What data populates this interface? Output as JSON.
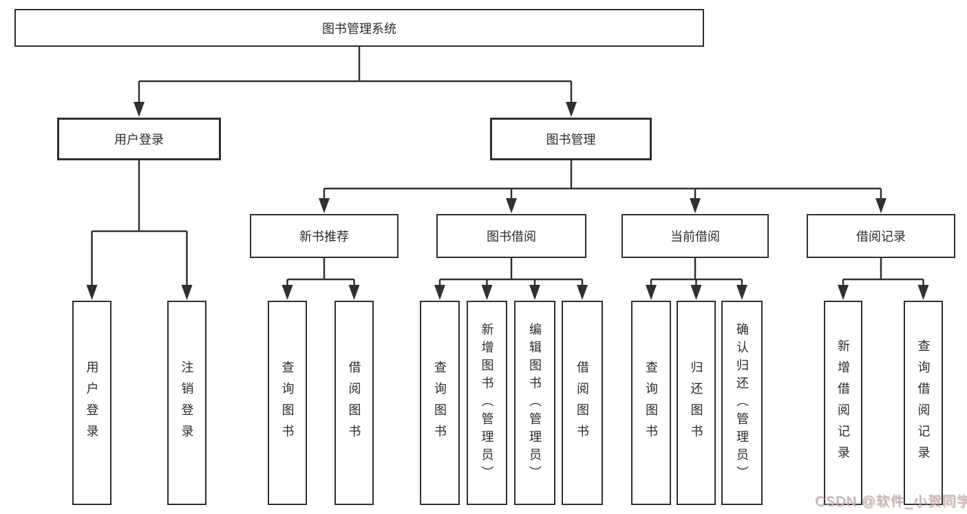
{
  "diagram": {
    "title": "图书管理系统",
    "root": {
      "label": "图书管理系统"
    },
    "branches": [
      {
        "label": "用户登录",
        "children": [
          {
            "label": "用户登录"
          },
          {
            "label": "注销登录"
          }
        ]
      },
      {
        "label": "图书管理",
        "children": [
          {
            "label": "新书推荐",
            "children": [
              {
                "label": "查询图书"
              },
              {
                "label": "借阅图书"
              }
            ]
          },
          {
            "label": "图书借阅",
            "children": [
              {
                "label": "查询图书"
              },
              {
                "label": "新增图书（管理员）"
              },
              {
                "label": "编辑图书（管理员）"
              },
              {
                "label": "借阅图书"
              }
            ]
          },
          {
            "label": "当前借阅",
            "children": [
              {
                "label": "查询图书"
              },
              {
                "label": "归还图书"
              },
              {
                "label": "确认归还（管理员）"
              }
            ]
          },
          {
            "label": "借阅记录",
            "children": [
              {
                "label": "新增借阅记录"
              },
              {
                "label": "查询借阅记录"
              }
            ]
          }
        ]
      }
    ]
  },
  "watermark": {
    "text": "CSDN @软件_小贺同学"
  },
  "colors": {
    "line": "#303030",
    "border": "#2e2e2e",
    "text": "#2b2b2b",
    "background": "#ffffff",
    "watermark": "#b8bbbe"
  }
}
